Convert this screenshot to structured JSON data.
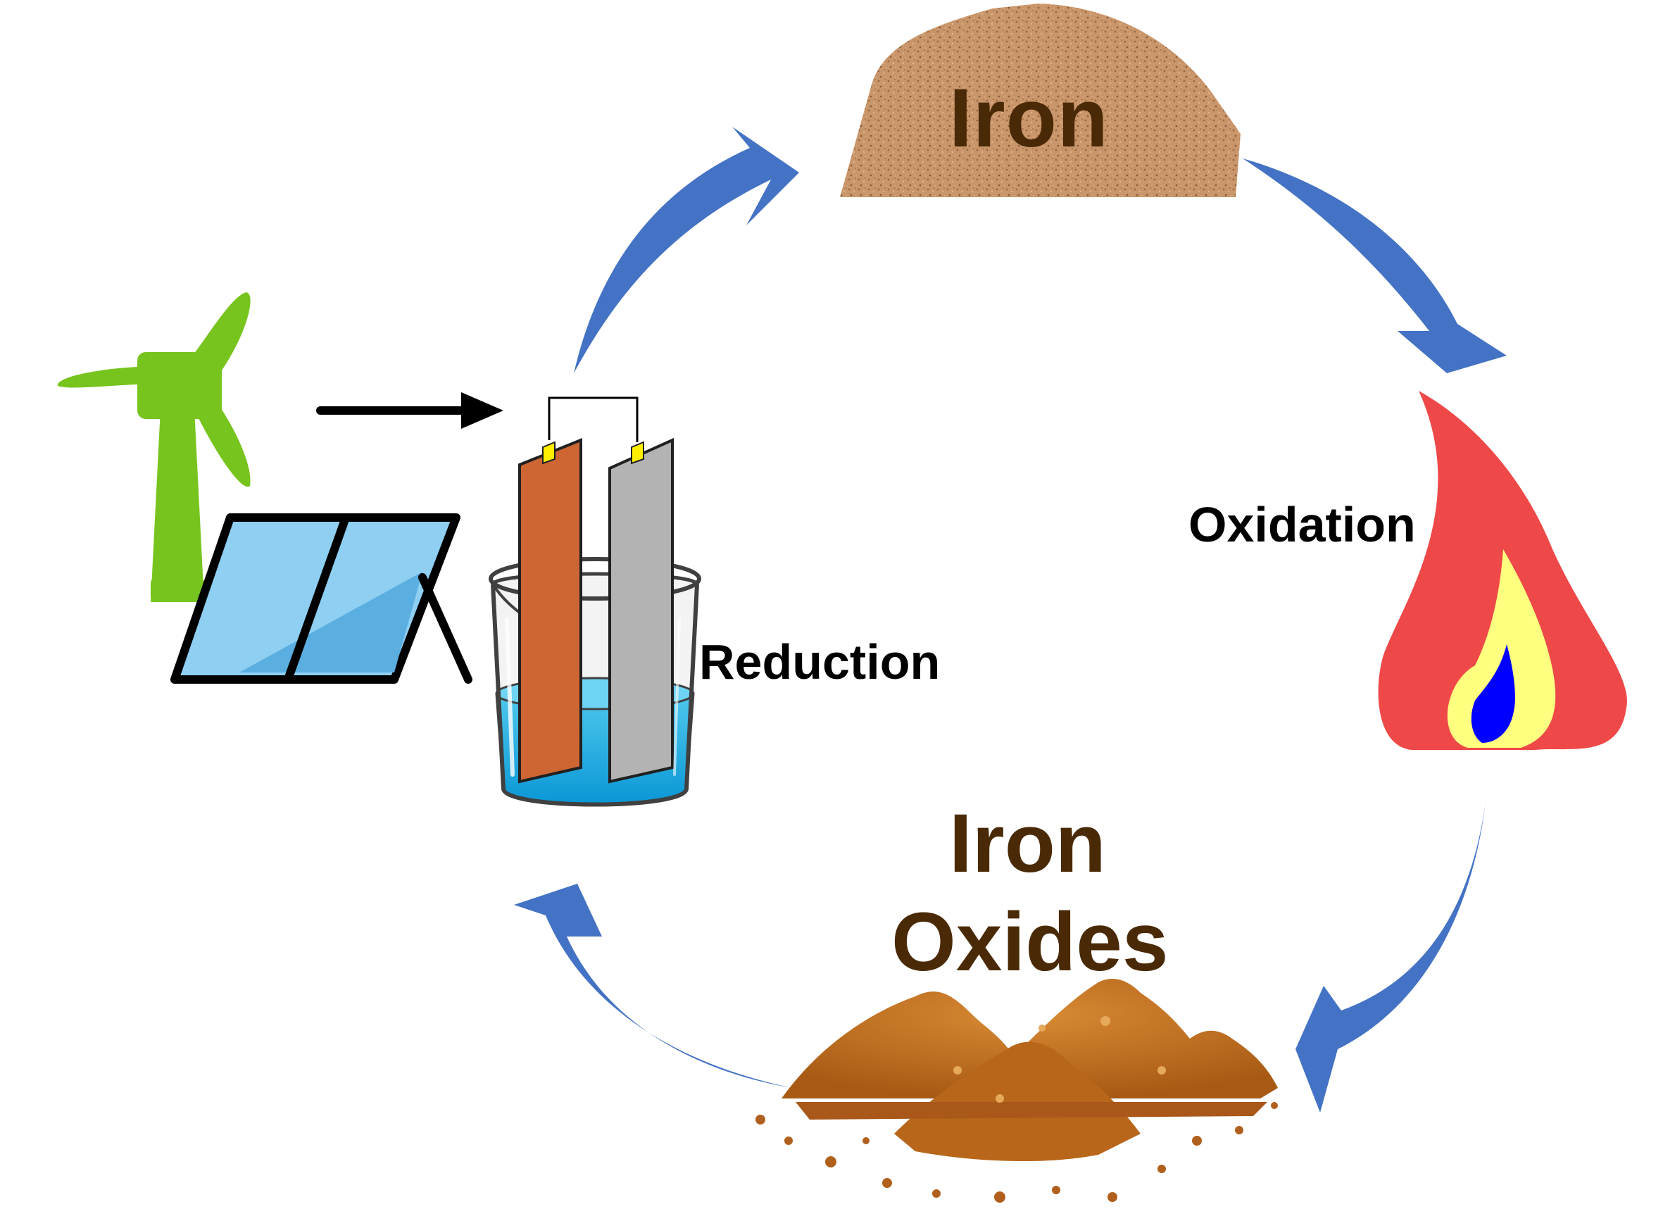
{
  "labels": {
    "iron": "Iron",
    "oxidation": "Oxidation",
    "reduction": "Reduction",
    "iron_oxides_line1": "Iron",
    "iron_oxides_line2": "Oxides"
  },
  "colors": {
    "cycle_arrow": "#4472c4",
    "iron_pile": "#c48d5e",
    "iron_text": "#4a2a06",
    "flame_outer": "#f04848",
    "flame_middle": "#ffff80",
    "flame_inner": "#0000ff",
    "wind_turbine": "#77c41e",
    "solar_panel": "#8ecff2",
    "copper_electrode": "#cd6633",
    "steel_electrode": "#b3b3b3",
    "electrolyte": "#2bb6e6",
    "oxide_pile": "#c8731e"
  },
  "icons": {
    "wind_turbine": "wind-turbine-icon",
    "solar_panel": "solar-panel-icon",
    "electrolysis_cell": "electrolysis-beaker-icon",
    "flame": "flame-icon",
    "iron_powder": "iron-powder-pile-icon",
    "iron_oxide": "iron-oxide-pile-icon"
  }
}
